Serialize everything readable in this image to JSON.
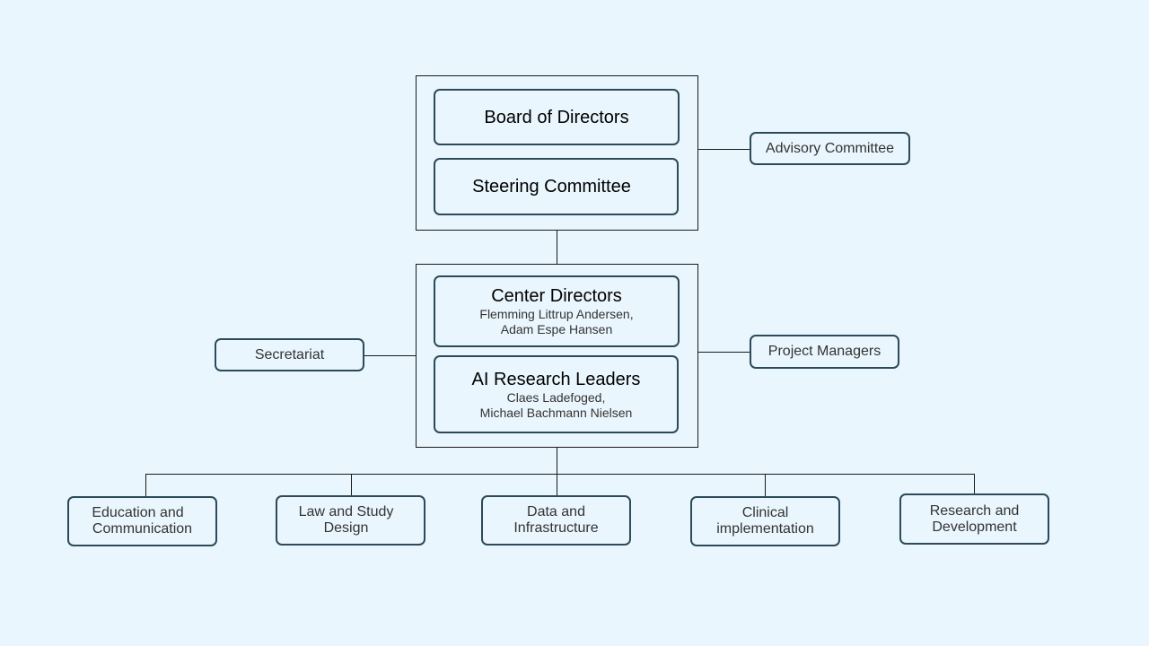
{
  "top_group": {
    "board": "Board of Directors",
    "steering": "Steering Committee"
  },
  "advisory": "Advisory Committee",
  "middle_group": {
    "center_directors": {
      "title": "Center Directors",
      "names_line1": "Flemming Littrup Andersen,",
      "names_line2": "Adam Espe Hansen"
    },
    "ai_leaders": {
      "title": "AI Research Leaders",
      "names_line1": "Claes Ladefoged,",
      "names_line2": "Michael Bachmann Nielsen"
    }
  },
  "secretariat": "Secretariat",
  "project_managers": "Project Managers",
  "units": [
    {
      "line1": "Education and",
      "line2": "Communication"
    },
    {
      "line1": "Law and Study",
      "line2": "Design"
    },
    {
      "line1": "Data and",
      "line2": "Infrastructure"
    },
    {
      "line1": "Clinical",
      "line2": "implementation"
    },
    {
      "line1": "Research and",
      "line2": "Development"
    }
  ]
}
